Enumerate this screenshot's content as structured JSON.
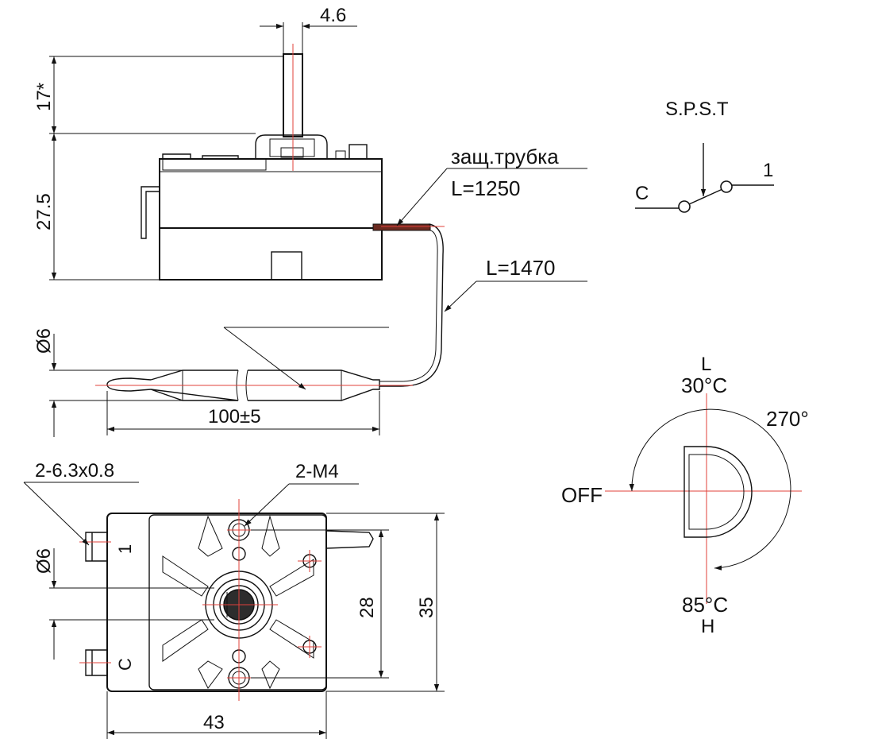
{
  "colors": {
    "line": "#111111",
    "centerline": "#e0403a",
    "tube": "#6b2a20",
    "background": "#ffffff"
  },
  "side_view": {
    "dim_shaft_width": "4.6",
    "dim_shaft_height": "17*",
    "dim_body_height": "27.5",
    "dim_bulb_diameter": "Ø6",
    "dim_bulb_length": "100±5",
    "tube_label": "защ.трубка",
    "tube_length": "L=1250",
    "capillary_length": "L=1470"
  },
  "bottom_view": {
    "terminal_label": "2-6.3x0.8",
    "screw_label": "2-M4",
    "dim_terminal_diameter": "Ø6",
    "terminal_1": "1",
    "terminal_c": "C",
    "dim_hole_spacing": "28",
    "dim_height": "35",
    "dim_width": "43"
  },
  "schematic": {
    "title": "S.P.S.T",
    "pin_c": "C",
    "pin_1": "1"
  },
  "dial": {
    "top_letter": "L",
    "top_temp": "30°C",
    "rotation": "270°",
    "off_label": "OFF",
    "bottom_temp": "85°C",
    "bottom_letter": "H"
  }
}
